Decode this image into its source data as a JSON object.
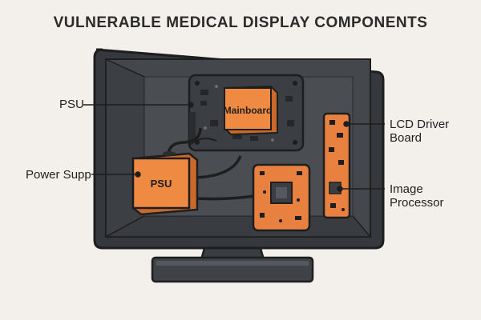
{
  "title": "VULNERABLE MEDICAL DISPLAY COMPONENTS",
  "labels": {
    "psu_callout": "PSU",
    "power_supply_callout": "Power Supp",
    "lcd_driver_line1": "LCD Driver",
    "lcd_driver_line2": "Board",
    "image_processor_line1": "Image",
    "image_processor_line2": "Processor"
  },
  "components": {
    "mainboard": "Mainboard",
    "psu_box": "PSU"
  },
  "colors": {
    "background": "#f3f0ec",
    "monitor_frame": "#3a3d42",
    "monitor_inner": "#4a4d52",
    "pcb_dark": "#3b3e43",
    "pcb_orange": "#e8813f",
    "component_orange": "#ef8a43",
    "outline": "#1e1e1e"
  }
}
